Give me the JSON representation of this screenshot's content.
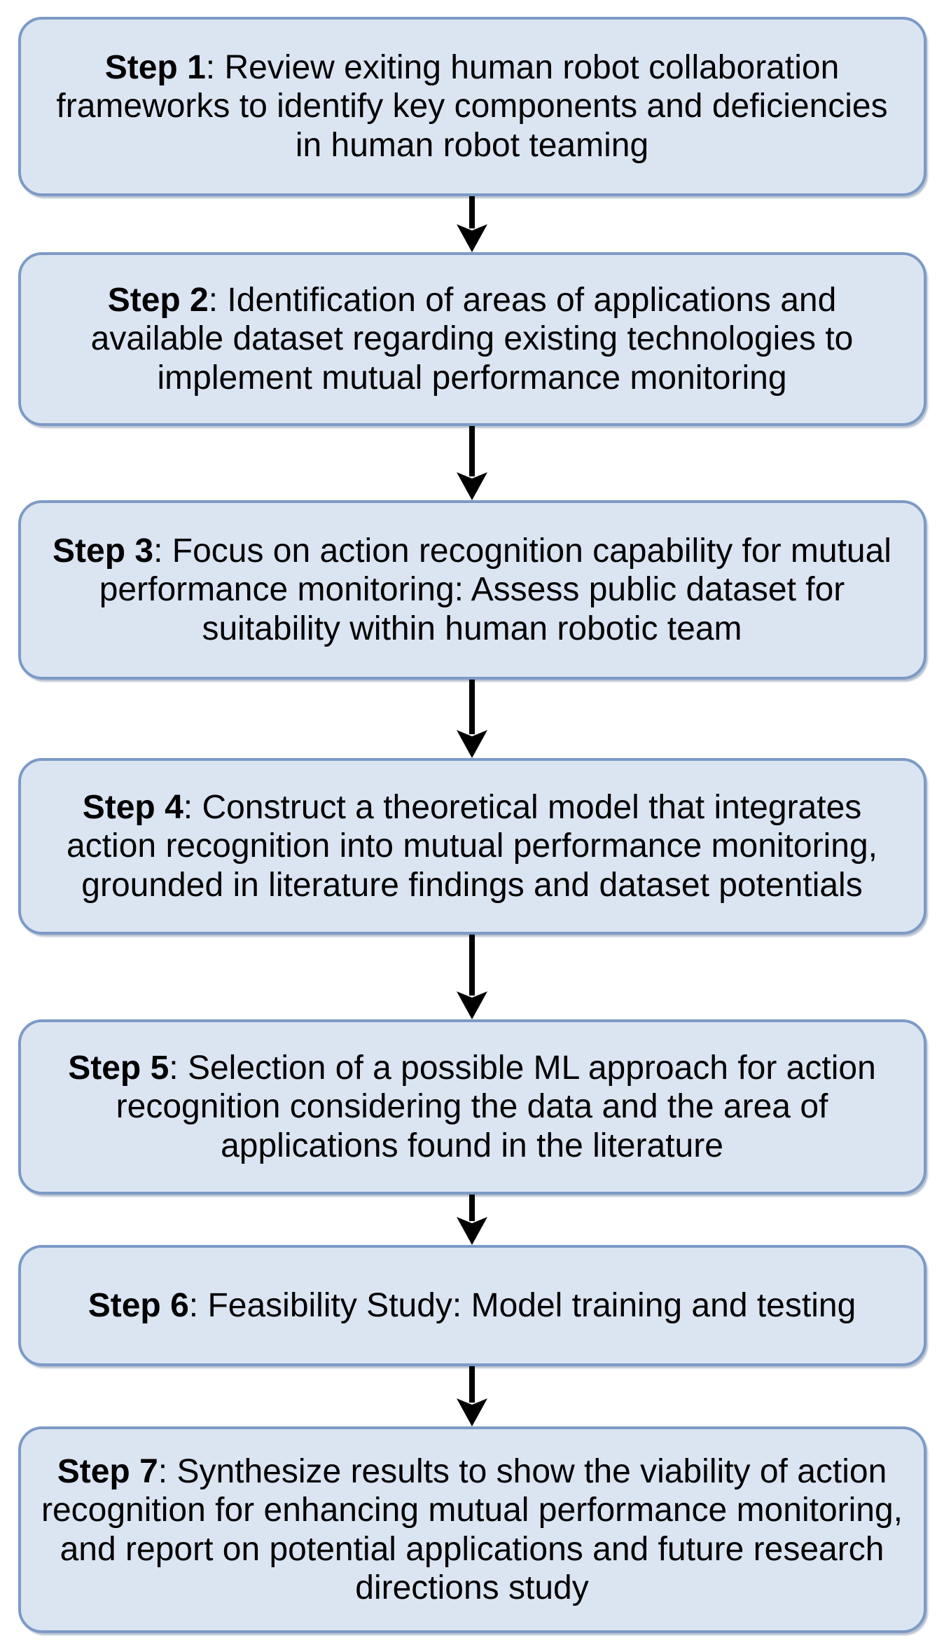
{
  "flowchart": {
    "steps": [
      {
        "label": "Step 1",
        "lines": [
          ": Review exiting human robot collaboration",
          "frameworks to identify key components and deficiencies",
          "in human robot teaming"
        ]
      },
      {
        "label": "Step 2",
        "lines": [
          ": Identification of areas of applications and",
          "available dataset regarding existing technologies to",
          "implement mutual performance monitoring"
        ]
      },
      {
        "label": "Step 3",
        "lines": [
          ": Focus on action recognition capability for mutual",
          "performance monitoring: Assess public dataset for",
          "suitability within human robotic team"
        ]
      },
      {
        "label": "Step 4",
        "lines": [
          ": Construct a theoretical model that integrates",
          "action recognition into mutual performance monitoring,",
          "grounded in literature findings and dataset potentials"
        ]
      },
      {
        "label": "Step 5",
        "lines": [
          ": Selection of a possible ML approach for action",
          "recognition considering the data and the area of",
          "applications found in the literature"
        ]
      },
      {
        "label": "Step 6",
        "lines": [
          ": Feasibility Study: Model training and testing"
        ]
      },
      {
        "label": "Step 7",
        "lines": [
          ": Synthesize results to show the viability of action",
          "recognition for enhancing mutual performance monitoring,",
          "and report on potential applications and future research",
          "directions study"
        ]
      }
    ],
    "colors": {
      "box_fill": "#dbe5f2",
      "box_border": "#7d9ac6",
      "arrow": "#000000",
      "text": "#000000"
    }
  }
}
